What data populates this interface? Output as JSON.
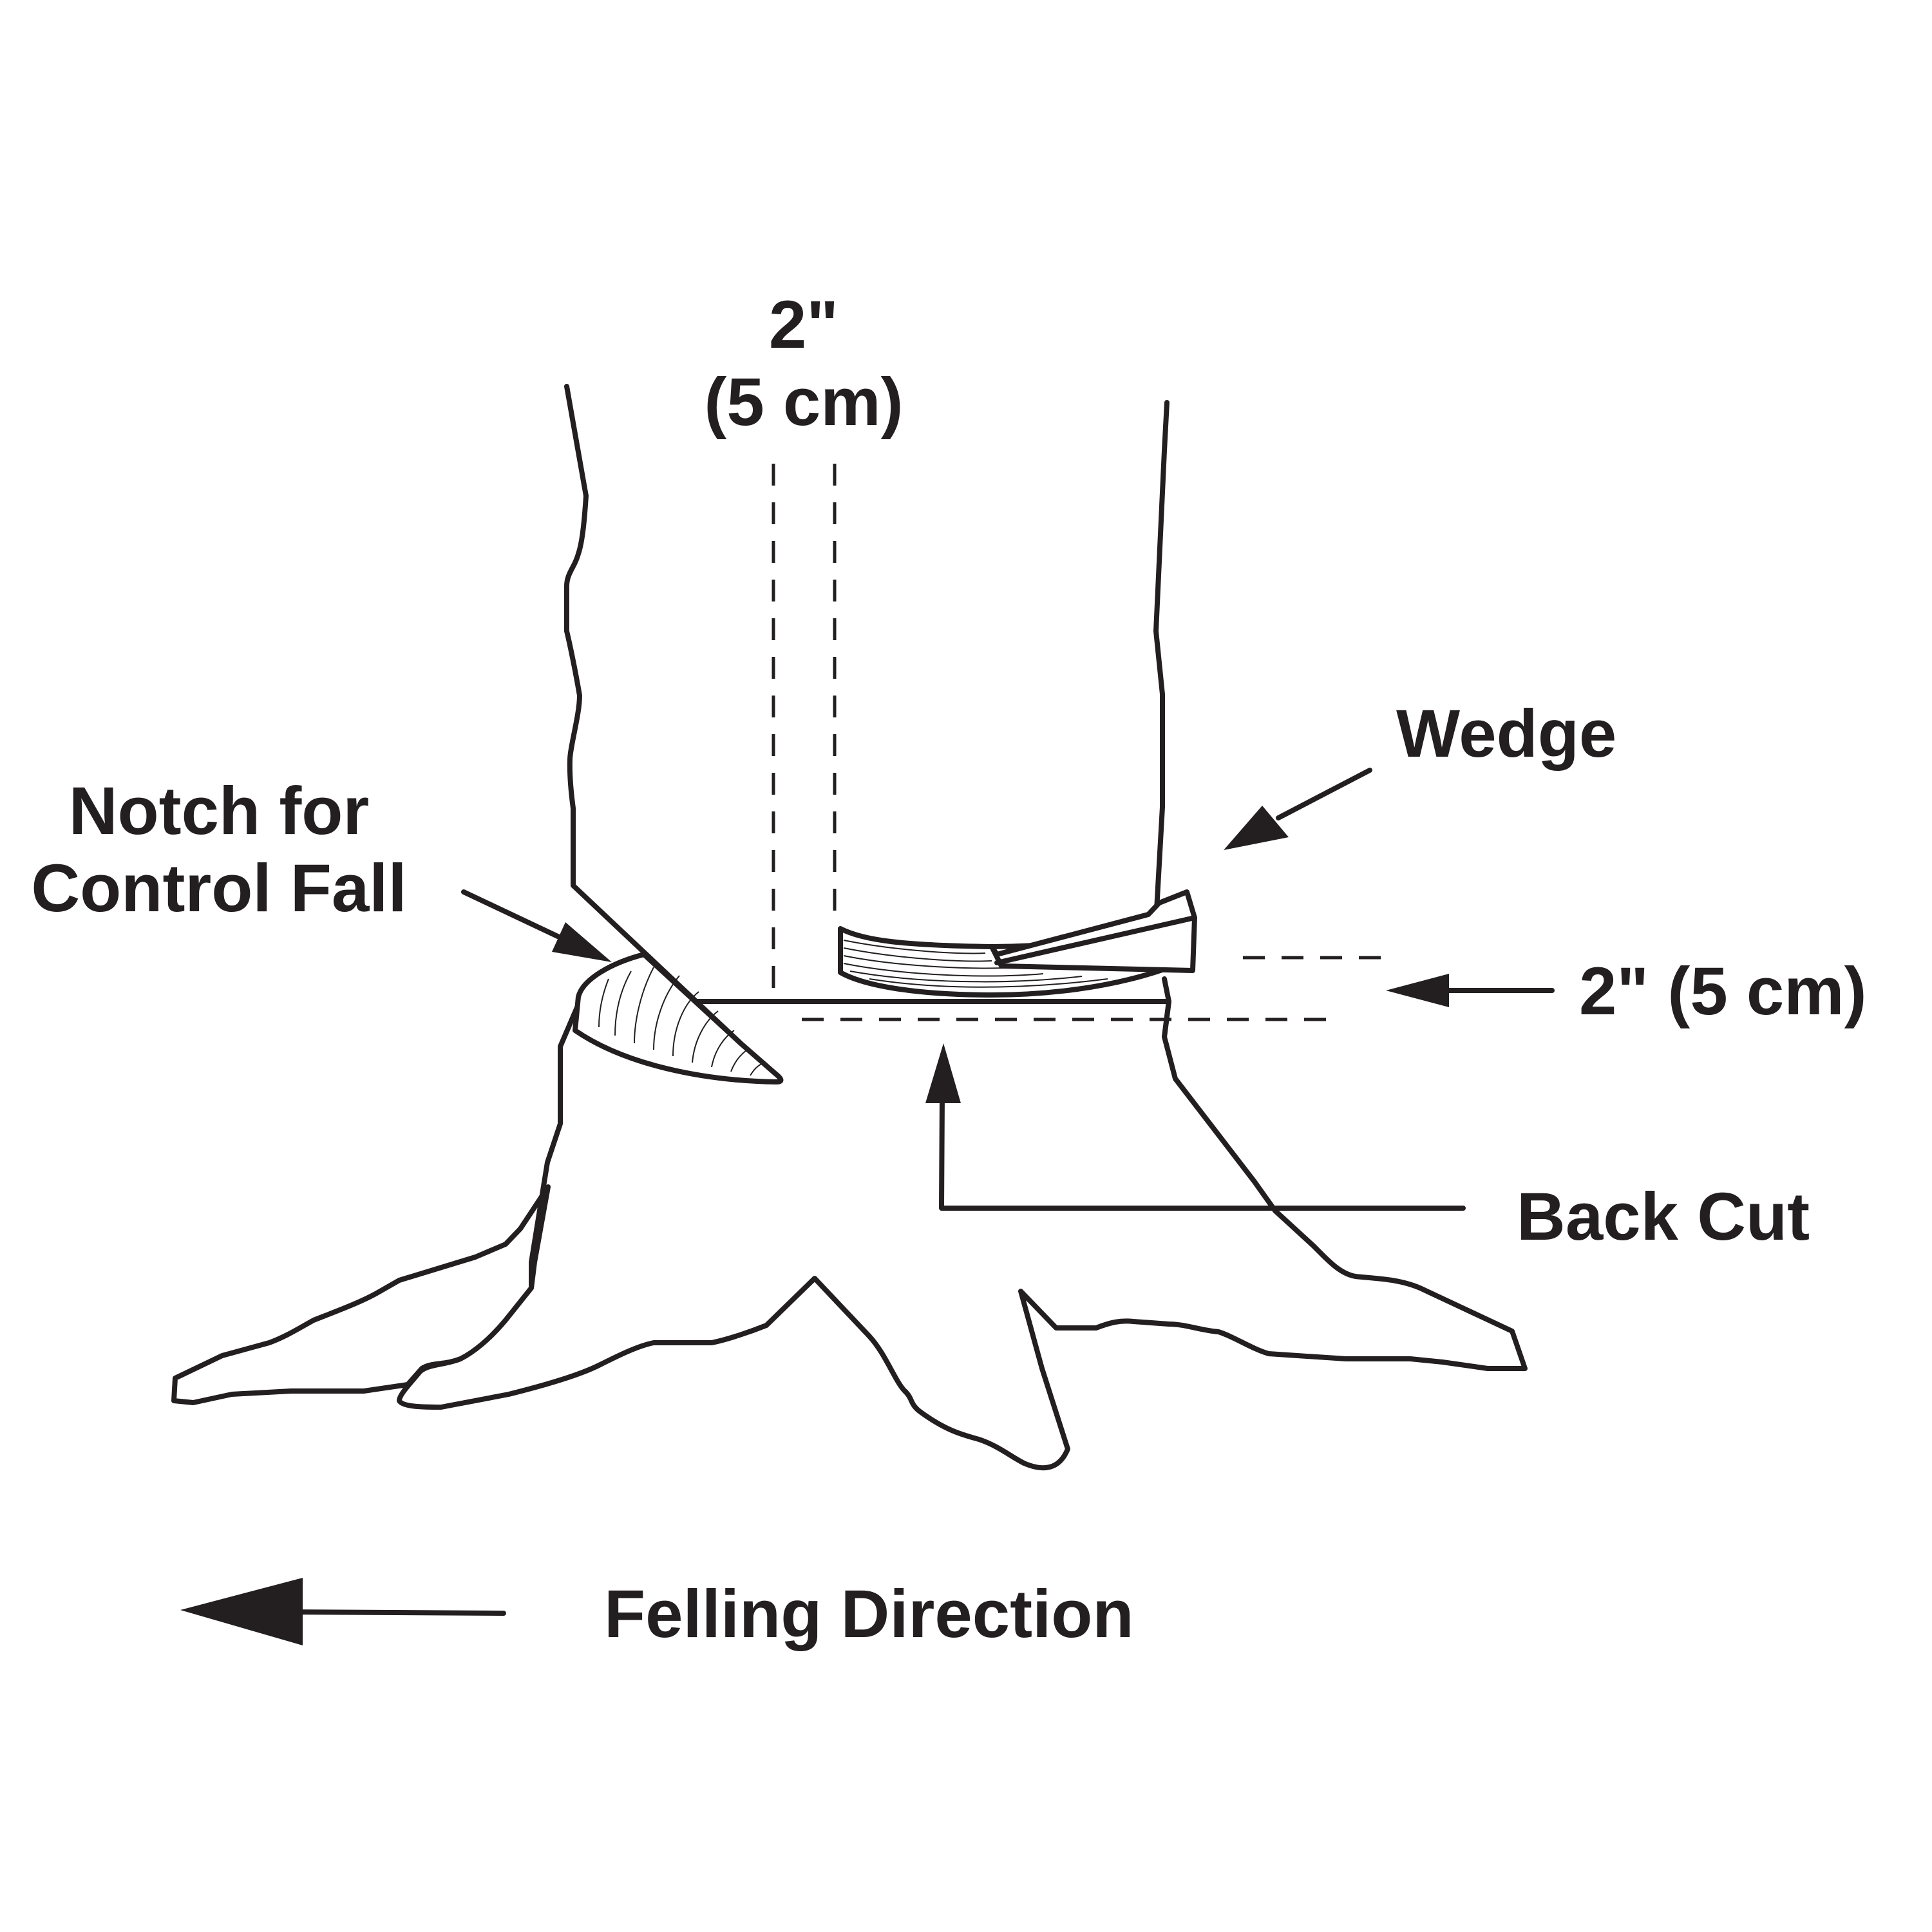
{
  "labels": {
    "top_dimension_line1": "2\"",
    "top_dimension_line2": "(5 cm)",
    "wedge": "Wedge",
    "notch_line1": "Notch for",
    "notch_line2": "Control Fall",
    "right_dimension": "2\" (5 cm)",
    "back_cut": "Back Cut",
    "felling_direction": "Felling Direction"
  },
  "colors": {
    "ink": "#231f20",
    "background": "#ffffff"
  }
}
